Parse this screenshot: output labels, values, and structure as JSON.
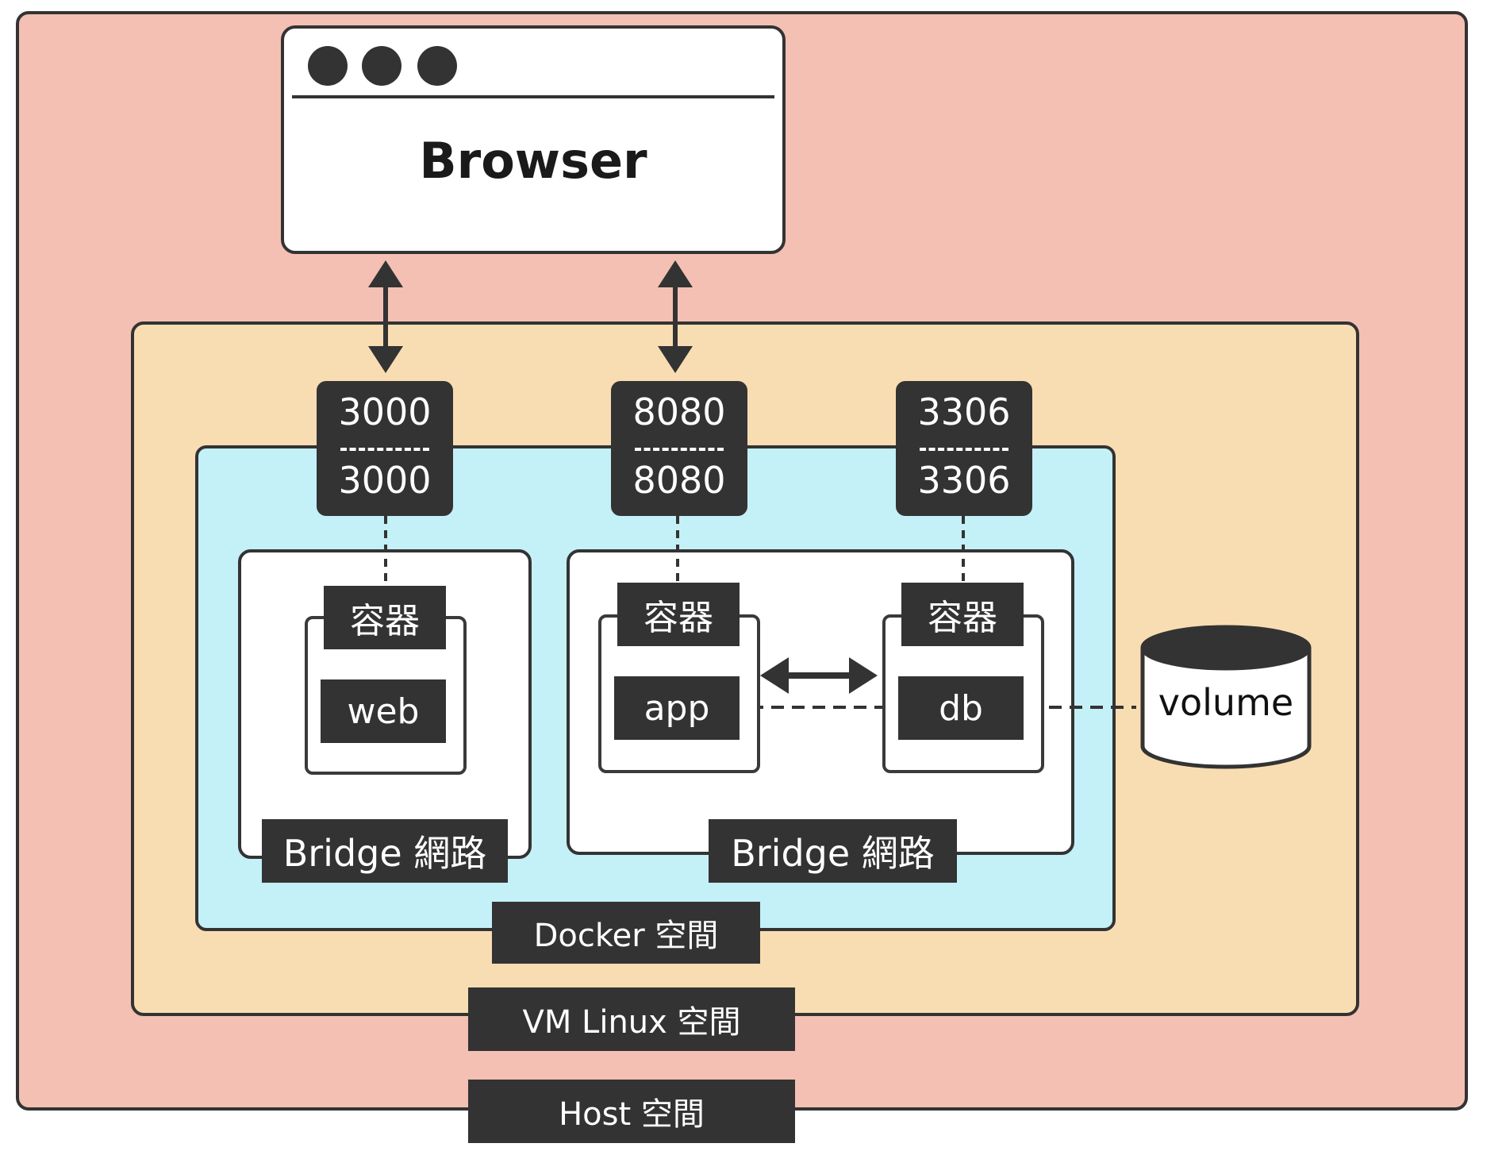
{
  "browser": {
    "title": "Browser"
  },
  "spaces": {
    "host": "Host 空間",
    "vm": "VM Linux 空間",
    "docker": "Docker 空間"
  },
  "bridges": {
    "left_label": "Bridge 網路",
    "right_label": "Bridge 網路"
  },
  "ports": [
    {
      "host": "3000",
      "container": "3000"
    },
    {
      "host": "8080",
      "container": "8080"
    },
    {
      "host": "3306",
      "container": "3306"
    }
  ],
  "containers": [
    {
      "label": "容器",
      "name": "web"
    },
    {
      "label": "容器",
      "name": "app"
    },
    {
      "label": "容器",
      "name": "db"
    }
  ],
  "volume": {
    "label": "volume"
  },
  "colors": {
    "host": "#f3c0b3",
    "vm": "#f9ddb2",
    "docker": "#c4f0f8",
    "dark": "#333333"
  }
}
